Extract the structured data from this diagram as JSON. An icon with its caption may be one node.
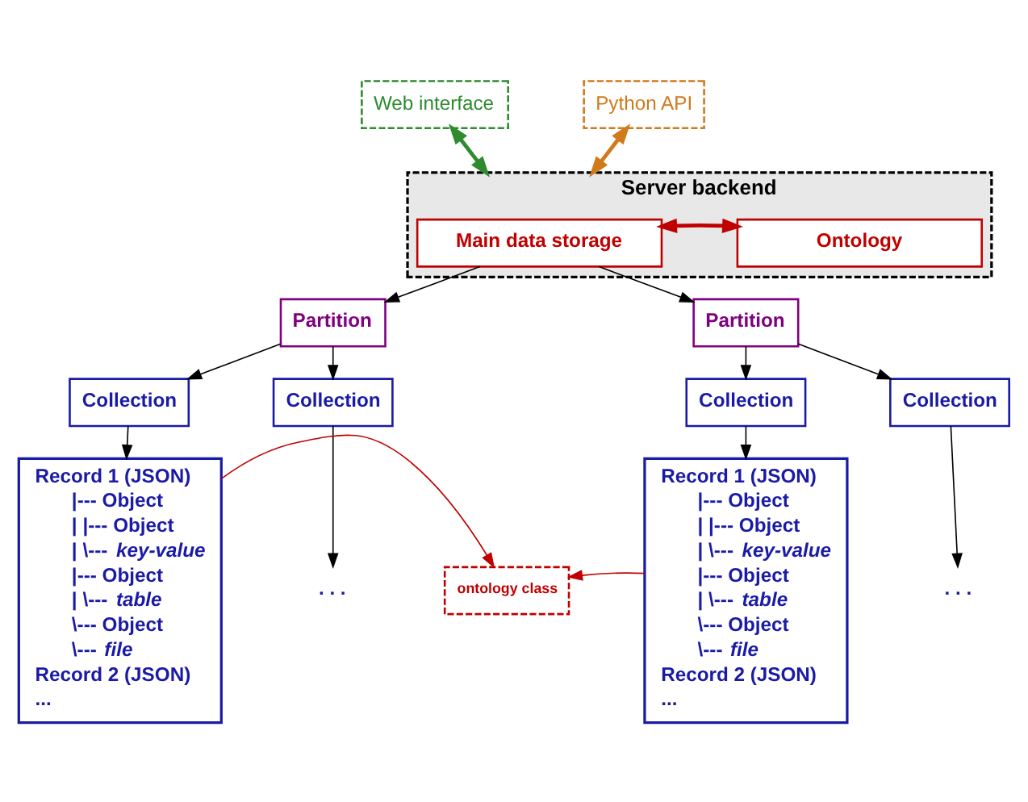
{
  "diagram": {
    "nodes": [
      {
        "text": [
          "Web interface"
        ]
      },
      {
        "text": [
          "Python API"
        ]
      },
      {
        "text": [
          "Server backend"
        ]
      },
      {
        "text": [
          "Main data storage"
        ],
        "in": 2
      },
      {
        "text": [
          "Ontology"
        ],
        "in": 2
      },
      {
        "text": [
          "Partition"
        ]
      },
      {
        "text": [
          "Partition"
        ]
      },
      {
        "text": [
          "Collection"
        ]
      },
      {
        "text": [
          "Collection"
        ]
      },
      {
        "text": [
          "Collection"
        ]
      },
      {
        "text": [
          "Collection"
        ]
      },
      {
        "text": [
          "Record 1 (JSON)",
          "|--- Object",
          "| |--- Object",
          "| \\--- *key-value*",
          "|--- Object",
          "| \\--- *table*",
          "\\--- Object",
          "\\--- *file*",
          "Record 2 (JSON)",
          "..."
        ]
      },
      {
        "text": [
          ". . ."
        ]
      },
      {
        "text": [
          "ontology class"
        ]
      },
      {
        "text": [
          "Record 1 (JSON)",
          "|--- Object",
          "| |--- Object",
          "| \\--- *key-value*",
          "|--- Object",
          "| \\--- *table*",
          "\\--- Object",
          "\\--- *file*",
          "Record 2 (JSON)",
          "..."
        ]
      },
      {
        "text": [
          ". . ."
        ]
      }
    ],
    "edges": [
      {
        "from": 0,
        "to": 2,
        "arrow": "both",
        "style": "thick",
        "color": "#2e8b2e"
      },
      {
        "from": 1,
        "to": 2,
        "arrow": "both",
        "style": "thick",
        "color": "#d07a1c"
      },
      {
        "from": 3,
        "to": 4,
        "arrow": "both",
        "style": "thick",
        "color": "#c00000"
      },
      {
        "from": 3,
        "to": 5,
        "arrow": "to"
      },
      {
        "from": 3,
        "to": 6,
        "arrow": "to"
      },
      {
        "from": 5,
        "to": 7,
        "arrow": "to"
      },
      {
        "from": 5,
        "to": 8,
        "arrow": "to"
      },
      {
        "from": 6,
        "to": 9,
        "arrow": "to"
      },
      {
        "from": 6,
        "to": 10,
        "arrow": "to"
      },
      {
        "from": 7,
        "to": 11,
        "arrow": "to"
      },
      {
        "from": 8,
        "to": 12,
        "arrow": "to"
      },
      {
        "from": 9,
        "to": 14,
        "arrow": "to"
      },
      {
        "from": 10,
        "to": 15,
        "arrow": "to"
      },
      {
        "from": 11,
        "to": 13,
        "arrow": "to",
        "color": "#c00000"
      },
      {
        "from": 14,
        "to": 13,
        "arrow": "to",
        "color": "#c00000"
      }
    ]
  }
}
